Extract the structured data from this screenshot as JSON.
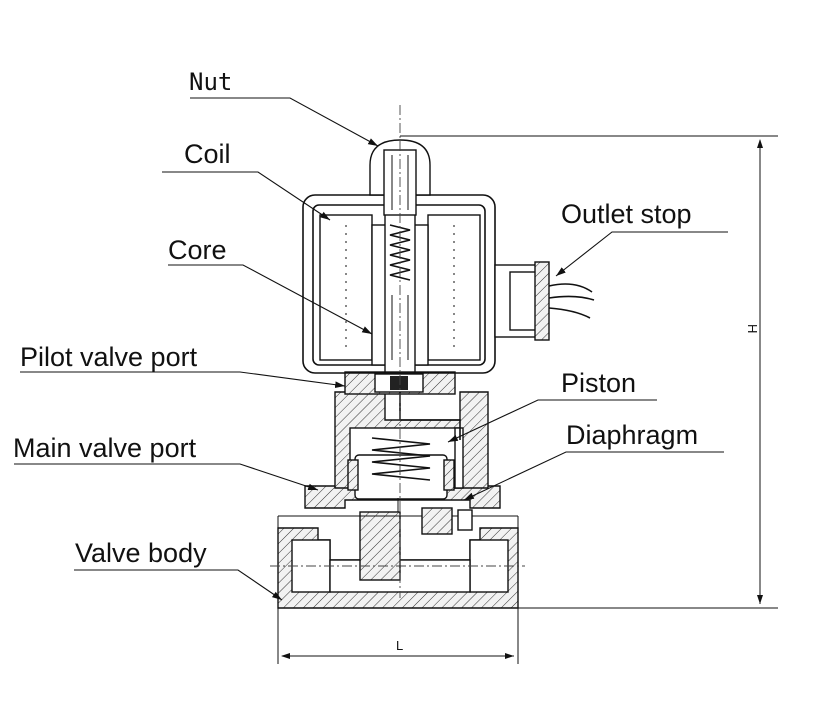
{
  "labels": {
    "nut": "Nut",
    "coil": "Coil",
    "core": "Core",
    "outlet_stop": "Outlet stop",
    "pilot_valve_port": "Pilot valve port",
    "piston": "Piston",
    "main_valve_port": "Main valve port",
    "diaphragm": "Diaphragm",
    "valve_body": "Valve body"
  },
  "dimensions": {
    "height": "H",
    "length": "L"
  }
}
